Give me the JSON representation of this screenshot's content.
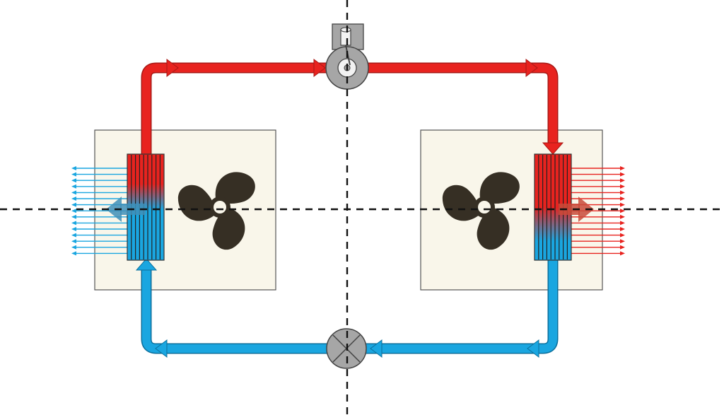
{
  "diagram": {
    "type": "refrigeration-cycle",
    "colors": {
      "background": "#ffffff",
      "hot_line": "#e8231f",
      "hot_line_edge": "#a81815",
      "cold_line": "#1aa6e0",
      "cold_line_edge": "#0b6f9c",
      "unit_box": "#f9f6ea",
      "unit_box_edge": "#555555",
      "fan": "#362f24",
      "compressor": "#a6a6a6",
      "device_edge": "#444444",
      "dashed_axis": "#111111"
    },
    "components": [
      {
        "name": "compressor",
        "icon": "compressor-icon"
      },
      {
        "name": "expansion-valve",
        "icon": "valve-x-icon"
      },
      {
        "name": "left-unit",
        "icon": "fan-icon",
        "coil": "hot-to-cold-gradient",
        "airflow": "left"
      },
      {
        "name": "right-unit",
        "icon": "fan-icon",
        "coil": "hot-to-cold-gradient",
        "airflow": "right"
      }
    ],
    "flows": [
      {
        "segment": "discharge-left",
        "temperature": "hot"
      },
      {
        "segment": "discharge-right",
        "temperature": "hot"
      },
      {
        "segment": "return-right",
        "temperature": "cold"
      },
      {
        "segment": "return-left",
        "temperature": "cold"
      }
    ],
    "axes": {
      "horizontal_dashed": true,
      "vertical_dashed": true
    }
  }
}
